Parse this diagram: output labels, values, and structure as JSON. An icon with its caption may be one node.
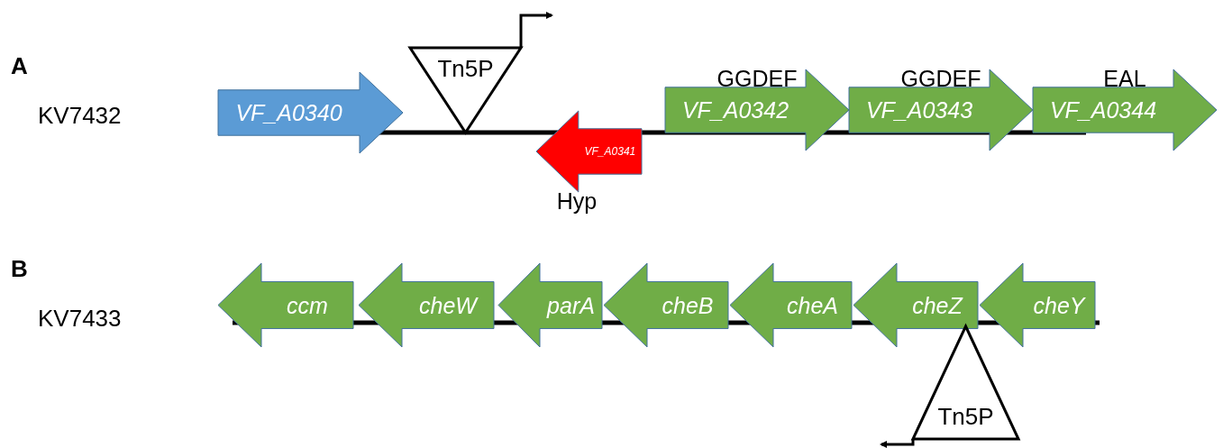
{
  "diagram": {
    "nodes": [
      {
        "text": [
          "VF_A0340"
        ]
      },
      {
        "text": [
          "Tn5P"
        ]
      },
      {
        "text": [
          "VF_A0341"
        ],
        "beside": [
          "Hyp"
        ]
      },
      {
        "text": [
          "VF_A0342"
        ],
        "beside": [
          "GGDEF"
        ]
      },
      {
        "text": [
          "VF_A0343"
        ],
        "beside": [
          "GGDEF"
        ]
      },
      {
        "text": [
          "VF_A0344"
        ],
        "beside": [
          "EAL"
        ]
      },
      {
        "text": [
          "ccm"
        ]
      },
      {
        "text": [
          "cheW"
        ]
      },
      {
        "text": [
          "parA"
        ]
      },
      {
        "text": [
          "cheB"
        ]
      },
      {
        "text": [
          "cheA"
        ]
      },
      {
        "text": [
          "cheZ"
        ]
      },
      {
        "text": [
          "cheY"
        ]
      },
      {
        "text": [
          "Tn5P"
        ]
      }
    ],
    "labels": [
      "A",
      "KV7432",
      "B",
      "KV7433"
    ]
  }
}
